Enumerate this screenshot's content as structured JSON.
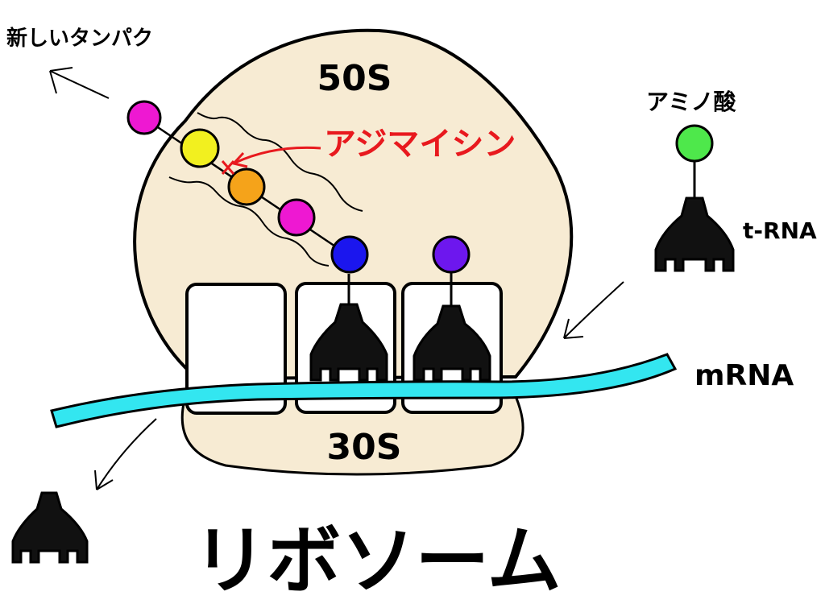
{
  "labels": {
    "large_subunit": "50S",
    "small_subunit": "30S",
    "new_protein": "新しいタンパク",
    "azithromycin": "アジマイシン",
    "amino_acid": "アミノ酸",
    "trna": "t-RNA",
    "mrna": "mRNA",
    "title": "リボソーム"
  },
  "colors": {
    "subunit_fill": "#f7ebd3",
    "mrna": "#33e6f0",
    "azithromycin_text": "#e8191e",
    "outline": "#000000"
  },
  "peptide_chain": [
    {
      "name": "amino-acid-1",
      "color": "#ee18d2"
    },
    {
      "name": "amino-acid-2",
      "color": "#f2f01f"
    },
    {
      "name": "amino-acid-3",
      "color": "#f5a31a"
    },
    {
      "name": "amino-acid-4",
      "color": "#ee18d2"
    },
    {
      "name": "amino-acid-5",
      "color": "#1b16ee"
    }
  ],
  "incoming_amino_acid": {
    "color": "#4ee84b"
  },
  "second_site_amino_acid": {
    "color": "#6d17ee"
  }
}
